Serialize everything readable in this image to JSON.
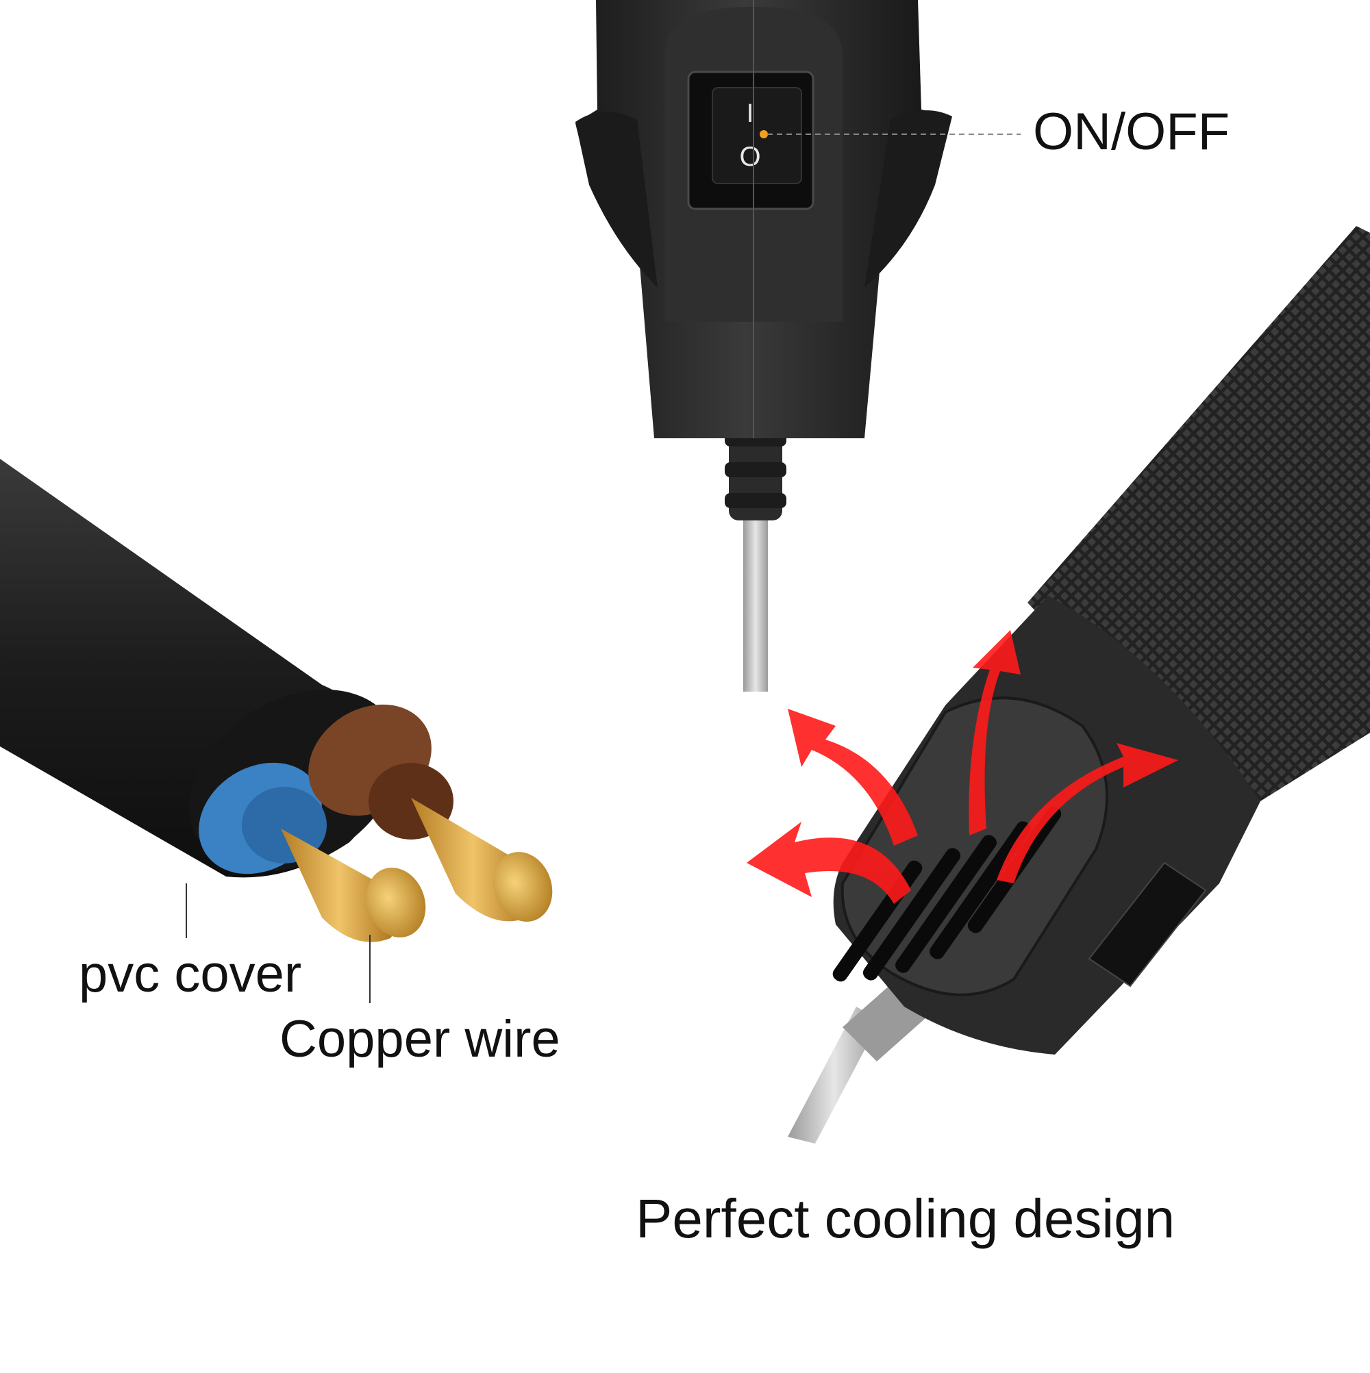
{
  "labels": {
    "on_off": "ON/OFF",
    "pvc_cover": "pvc cover",
    "copper_wire": "Copper wire",
    "cooling": "Perfect cooling design"
  },
  "switch_symbols": {
    "on": "I",
    "off": "O"
  },
  "colors": {
    "device_body": "#2a2a2a",
    "cable_jacket": "#1e1e1e",
    "wire_blue": "#3b82c4",
    "wire_brown": "#7a4526",
    "copper": "#d8a23a",
    "airflow_arrows": "#ff1a1a",
    "indicator_dot": "#f0a020"
  },
  "icons": {
    "airflow": "curved-arrow-icon"
  }
}
